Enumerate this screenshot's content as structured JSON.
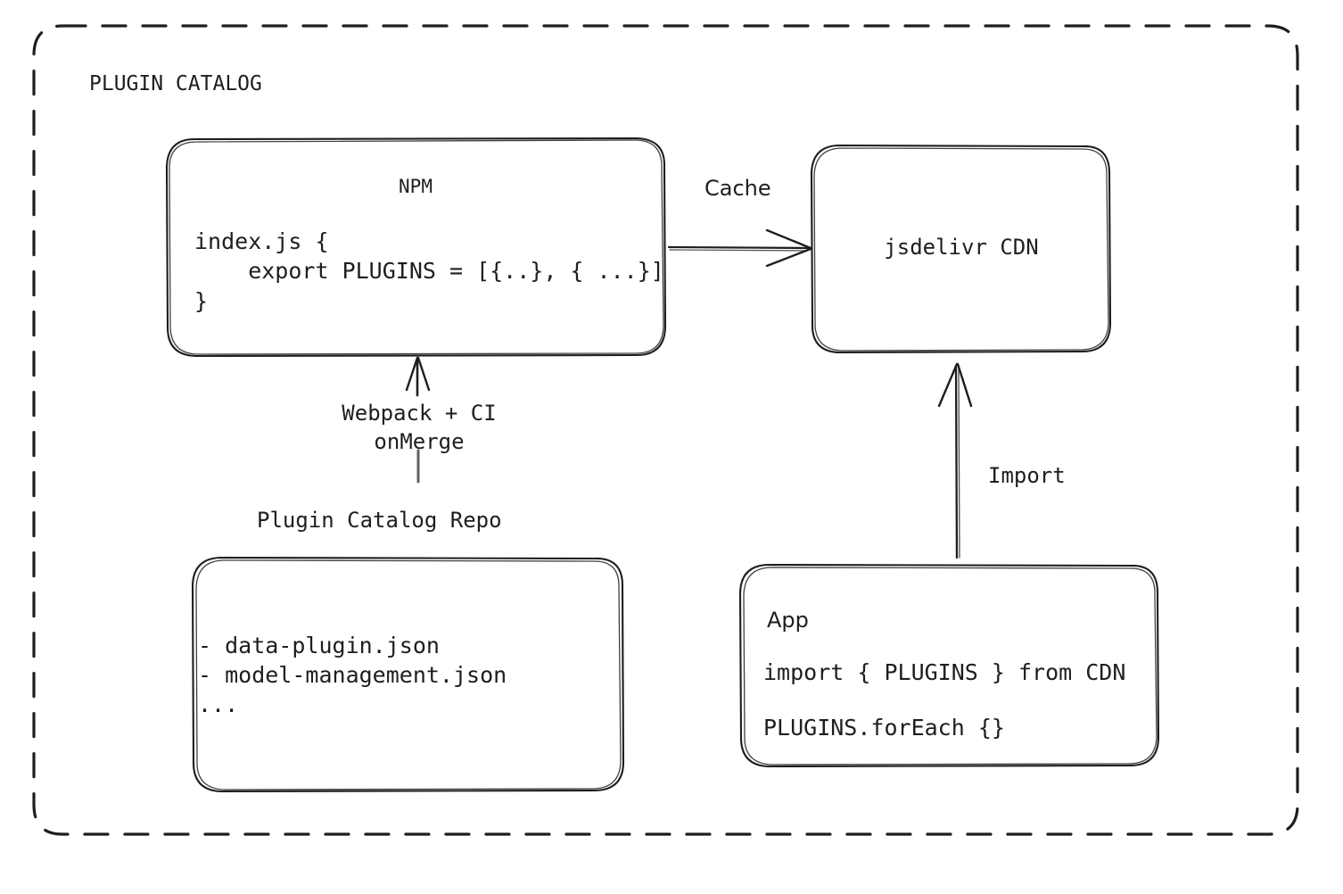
{
  "diagram": {
    "type": "architecture-flow",
    "style": "hand-drawn",
    "background": "#ffffff",
    "stroke_color": "#1e1e1e",
    "group": {
      "label": "PLUGIN CATALOG",
      "border_style": "dashed"
    },
    "nodes": {
      "npm": {
        "title": "NPM",
        "code": "index.js {\n    export PLUGINS = [{..}, { ...}]\n}"
      },
      "cdn": {
        "title": "jsdelivr CDN"
      },
      "repo": {
        "title": "Plugin Catalog Repo",
        "items": "- data-plugin.json\n- model-management.json\n..."
      },
      "app": {
        "title": "App",
        "code_line_1": "import { PLUGINS } from CDN",
        "code_line_2": "PLUGINS.forEach {}"
      }
    },
    "edges": {
      "npm_to_cdn": {
        "label": "Cache",
        "direction": "right"
      },
      "repo_to_npm": {
        "label": "Webpack + CI\nonMerge",
        "direction": "up"
      },
      "app_to_cdn": {
        "label": "Import",
        "direction": "up"
      }
    }
  }
}
